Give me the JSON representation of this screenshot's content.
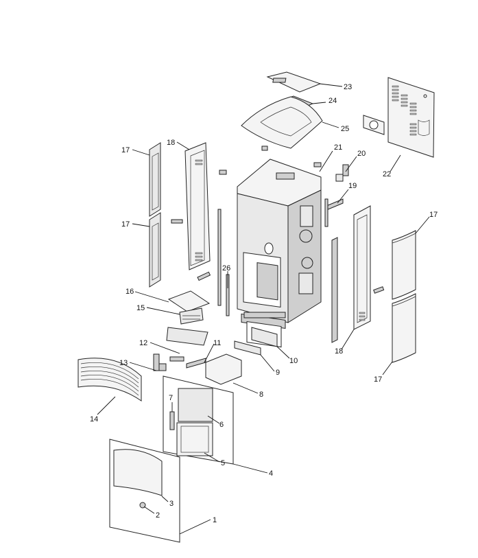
{
  "diagram": {
    "part_numbers": [
      "1",
      "2",
      "3",
      "4",
      "5",
      "6",
      "7",
      "8",
      "9",
      "10",
      "11",
      "12",
      "13",
      "14",
      "15",
      "16",
      "17",
      "18",
      "19",
      "20",
      "21",
      "22",
      "23",
      "24",
      "25",
      "26"
    ],
    "callouts": [
      {
        "id": "c1",
        "text": "1"
      },
      {
        "id": "c2",
        "text": "2"
      },
      {
        "id": "c3",
        "text": "3"
      },
      {
        "id": "c4",
        "text": "4"
      },
      {
        "id": "c5",
        "text": "5"
      },
      {
        "id": "c6",
        "text": "6"
      },
      {
        "id": "c7",
        "text": "7"
      },
      {
        "id": "c8",
        "text": "8"
      },
      {
        "id": "c9",
        "text": "9"
      },
      {
        "id": "c10",
        "text": "10"
      },
      {
        "id": "c11",
        "text": "11"
      },
      {
        "id": "c12",
        "text": "12"
      },
      {
        "id": "c13",
        "text": "13"
      },
      {
        "id": "c14",
        "text": "14"
      },
      {
        "id": "c15",
        "text": "15"
      },
      {
        "id": "c16",
        "text": "16"
      },
      {
        "id": "c17a",
        "text": "17"
      },
      {
        "id": "c17b",
        "text": "17"
      },
      {
        "id": "c17c",
        "text": "17"
      },
      {
        "id": "c17d",
        "text": "17"
      },
      {
        "id": "c18a",
        "text": "18"
      },
      {
        "id": "c18b",
        "text": "18"
      },
      {
        "id": "c19",
        "text": "19"
      },
      {
        "id": "c20",
        "text": "20"
      },
      {
        "id": "c21",
        "text": "21"
      },
      {
        "id": "c22",
        "text": "22"
      },
      {
        "id": "c23",
        "text": "23"
      },
      {
        "id": "c24",
        "text": "24"
      },
      {
        "id": "c25",
        "text": "25"
      },
      {
        "id": "c26",
        "text": "26"
      }
    ]
  }
}
